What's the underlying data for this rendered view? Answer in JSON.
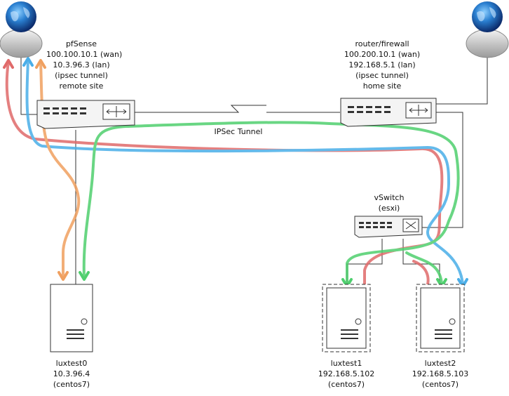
{
  "colors": {
    "red": "#e06a6a",
    "blue": "#4aaee8",
    "green": "#4fcf6e",
    "orange": "#f0a060",
    "line": "#333333"
  },
  "nodes": {
    "pfsense": {
      "lines": [
        "pfSense",
        "100.100.10.1 (wan)",
        "10.3.96.3 (lan)",
        "(ipsec tunnel)",
        "remote site"
      ]
    },
    "router": {
      "lines": [
        "router/firewall",
        "100.200.10.1 (wan)",
        "192.168.5.1 (lan)",
        "(ipsec tunnel)",
        "home site"
      ]
    },
    "vswitch": {
      "lines": [
        "vSwitch",
        "(esxi)"
      ]
    },
    "tunnel": {
      "label": "IPSec Tunnel"
    },
    "luxtest0": {
      "lines": [
        "luxtest0",
        "10.3.96.4",
        "(centos7)"
      ]
    },
    "luxtest1": {
      "lines": [
        "luxtest1",
        "192.168.5.102",
        "(centos7)"
      ]
    },
    "luxtest2": {
      "lines": [
        "luxtest2",
        "192.168.5.103",
        "(centos7)"
      ]
    }
  },
  "icons": {
    "internet_left": "globe-icon",
    "internet_right": "globe-icon",
    "server": "server-icon",
    "router": "router-icon",
    "switch": "switch-icon",
    "tunnel": "lightning-icon"
  }
}
